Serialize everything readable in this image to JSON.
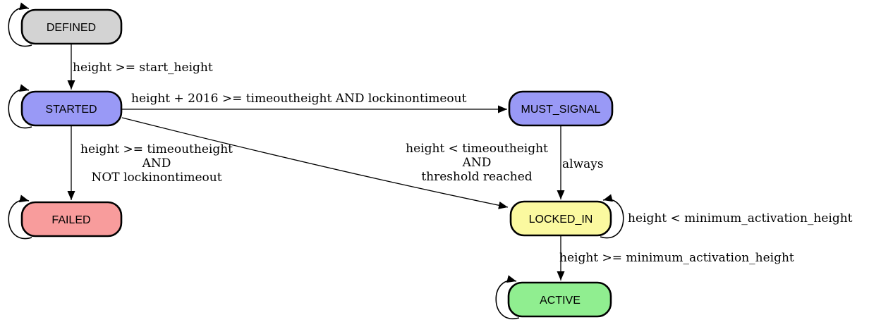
{
  "diagram": {
    "kind": "state-machine",
    "background": "#ffffff",
    "node_border_color": "#000000",
    "edge_color": "#000000",
    "states": {
      "defined": {
        "label": "DEFINED",
        "fill": "#d3d3d3"
      },
      "started": {
        "label": "STARTED",
        "fill": "#9999f6"
      },
      "must_signal": {
        "label": "MUST_SIGNAL",
        "fill": "#9999f6"
      },
      "failed": {
        "label": "FAILED",
        "fill": "#f89c9c"
      },
      "locked_in": {
        "label": "LOCKED_IN",
        "fill": "#fbf9a0"
      },
      "active": {
        "label": "ACTIVE",
        "fill": "#90ee90"
      }
    },
    "edges": {
      "defined_to_started": {
        "label": "height >= start_height"
      },
      "started_to_must_signal": {
        "label": "height + 2016 >= timeoutheight AND lockinontimeout"
      },
      "started_to_failed": {
        "line1": "height >= timeoutheight",
        "line2": "AND",
        "line3": "NOT lockinontimeout"
      },
      "started_to_locked_in": {
        "line1": "height < timeoutheight",
        "line2": "AND",
        "line3": "threshold reached"
      },
      "must_signal_to_locked_in": {
        "label": "always"
      },
      "locked_in_self_loop": {
        "label": "height < minimum_activation_height"
      },
      "locked_in_to_active": {
        "label": "height >= minimum_activation_height"
      }
    }
  }
}
